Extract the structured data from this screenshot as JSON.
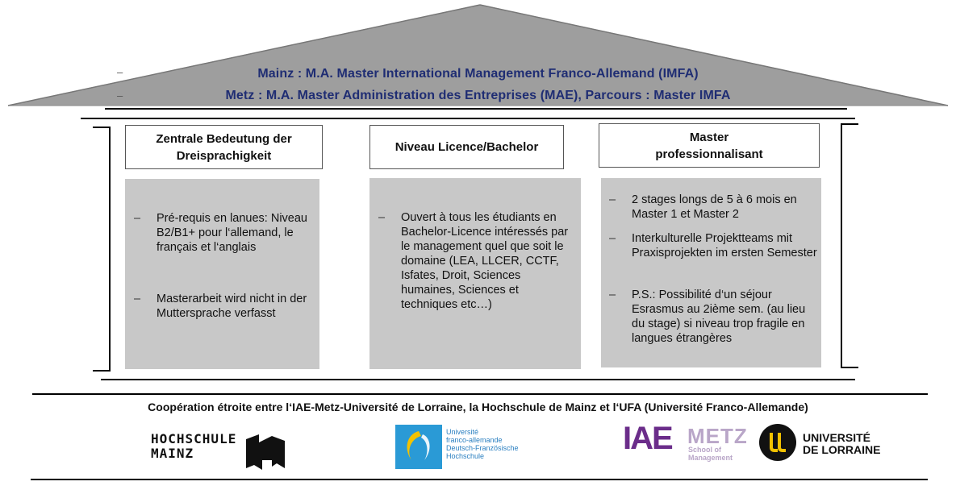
{
  "roof": {
    "line1": "Mainz : M.A. Master International Management Franco-Allemand (IMFA)",
    "line2": "Metz : M.A. Master Administration des Entreprises (MAE),  Parcours : Master IMFA",
    "dash": "–"
  },
  "columns": [
    {
      "header": "Zentrale Bedeutung der Dreisprachigkeit",
      "bullets": [
        "Pré-requis en lanues: Niveau B2/B1+ pour l‘allemand, le français et l‘anglais",
        "Masterarbeit wird nicht in der Muttersprache verfasst"
      ]
    },
    {
      "header": "Niveau Licence/Bachelor",
      "bullets": [
        "Ouvert à tous les étudiants en Bachelor-Licence intéressés par le management quel que soit le domaine (LEA, LLCER, CCTF, Isfates, Droit, Sciences humaines, Sciences et techniques etc…)"
      ]
    },
    {
      "header": "Master professionnalisant",
      "bullets": [
        "2 stages longs de 5 à 6 mois en Master 1 et Master 2",
        "Interkulturelle Projektteams mit Praxisprojekten im ersten Semester",
        "P.S.: Possibilité d‘un séjour Esrasmus au 2ième sem. (au lieu du stage) si niveau trop fragile en langues étrangères"
      ]
    }
  ],
  "bullet_dash": "–",
  "cooperation": "Coopération étroite entre l‘IAE-Metz-Université de Lorraine, la Hochschule de Mainz et l‘UFA (Université Franco-Allemande)",
  "logos": {
    "hochschule": {
      "line1": "HOCHSCHULE",
      "line2": "MAINZ"
    },
    "ufa": {
      "line1": "Université",
      "line2": "franco-allemande",
      "line3": "Deutsch-Französische",
      "line4": "Hochschule"
    },
    "iae": {
      "mark": "IAE",
      "city": "METZ",
      "sub1": "School of",
      "sub2": "Management"
    },
    "lorraine": {
      "line1": "UNIVERSITÉ",
      "line2": "DE LORRAINE"
    }
  },
  "colors": {
    "roof": "#9e9e9e",
    "title": "#1f2d73",
    "column": "#c8c8c8",
    "ufa_blue": "#2a7fc0",
    "ufa_yellow": "#f2c200",
    "iae_purple": "#6b2d8a"
  }
}
